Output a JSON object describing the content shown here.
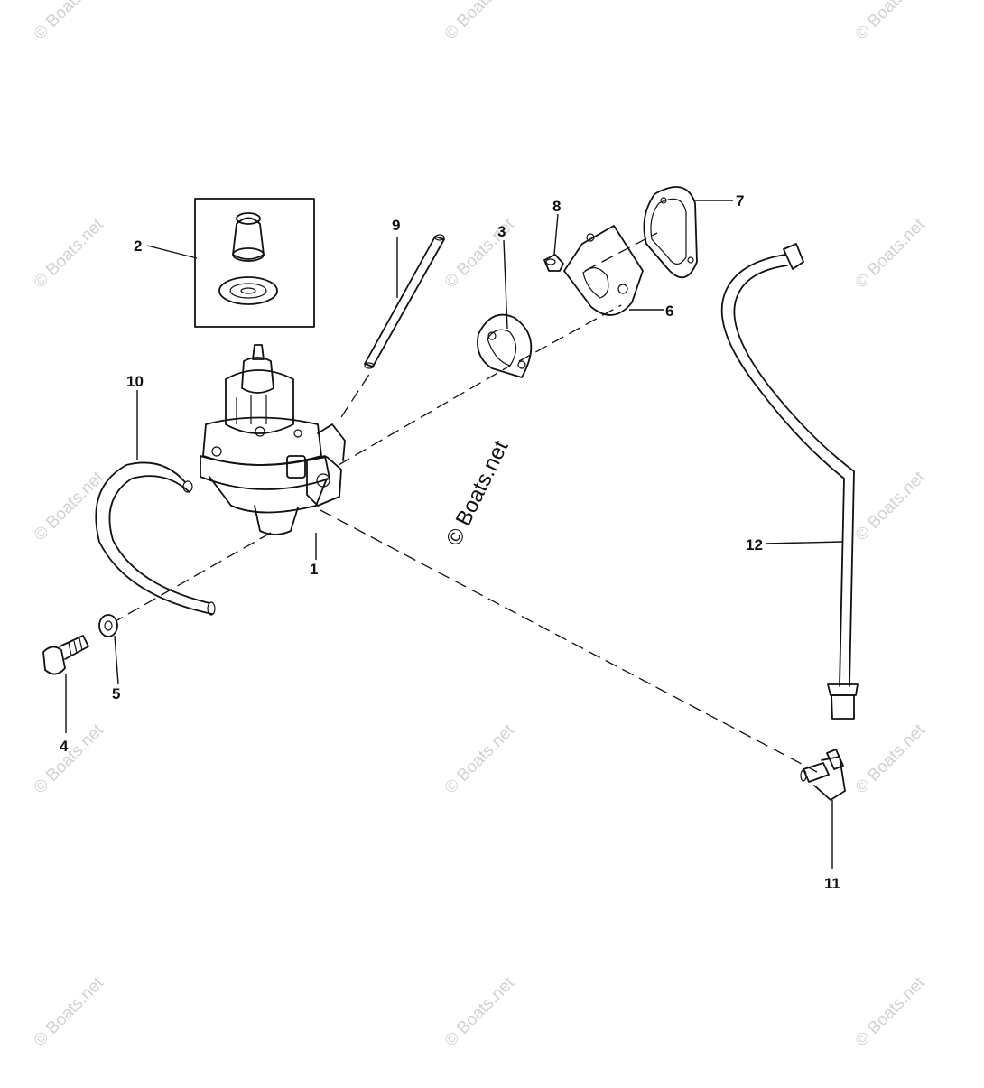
{
  "diagram": {
    "callouts": {
      "p1": "1",
      "p2": "2",
      "p3": "3",
      "p4": "4",
      "p5": "5",
      "p6": "6",
      "p7": "7",
      "p8": "8",
      "p9": "9",
      "p10": "10",
      "p11": "11",
      "p12": "12"
    },
    "watermark": "© Boats.net",
    "center_watermark": "© Boats.net"
  }
}
